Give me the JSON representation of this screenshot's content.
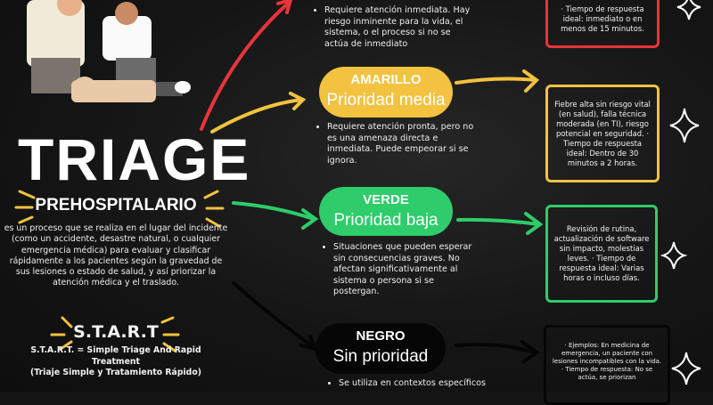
{
  "title": "TRIAGE",
  "subtitle": "PREHOSPITALARIO",
  "description": "es un proceso que se realiza en el lugar del incidente (como un accidente, desastre natural, o cualquier emergencia médica) para evaluar y clasificar rápidamente a los pacientes según la gravedad de sus lesiones o estado de salud, y así priorizar la atención médica y el traslado.",
  "start": {
    "title": "S.T.A.R.T",
    "line1": "S.T.A.R.T. = Simple Triage And Rapid Treatment",
    "line2": "(Triaje Simple y Tratamiento Rápido)"
  },
  "levels": [
    {
      "color": "#e8343a",
      "name": "",
      "priority": "",
      "text": "Requiere atención inmediata. Hay riesgo inminente para la vida, el sistema, o el proceso si no se actúa de inmediato",
      "box": "· Tiempo de respuesta ideal: inmediato o en menos de 15 minutos."
    },
    {
      "color": "#f2c240",
      "name": "AMARILLO",
      "priority": "Prioridad media",
      "text": "Requiere atención pronta, pero no es una amenaza directa e inmediata. Puede empeorar si se ignora.",
      "box": "Fiebre alta sin riesgo vital (en salud), falla técnica moderada (en TI), riesgo potencial en seguridad. · Tiempo de respuesta ideal: Dentro de 30 minutos a 2 horas."
    },
    {
      "color": "#2ecc6a",
      "name": "VERDE",
      "priority": "Prioridad baja",
      "text": "Situaciones que pueden esperar sin consecuencias graves. No afectan significativamente al sistema o persona si se postergan.",
      "box": "Revisión de rutina, actualización de software sin impacto, molestias leves. · Tiempo de respuesta ideal: Varias horas o incluso días."
    },
    {
      "color": "#060606",
      "name": "NEGRO",
      "priority": "Sin prioridad",
      "text": "Se utiliza en contextos específicos",
      "box": "· Ejemplos: En medicina de emergencia, un paciente con lesiones incompatibles con la vida. · Tiempo de respuesta: No se actúa, se priorizan"
    }
  ]
}
